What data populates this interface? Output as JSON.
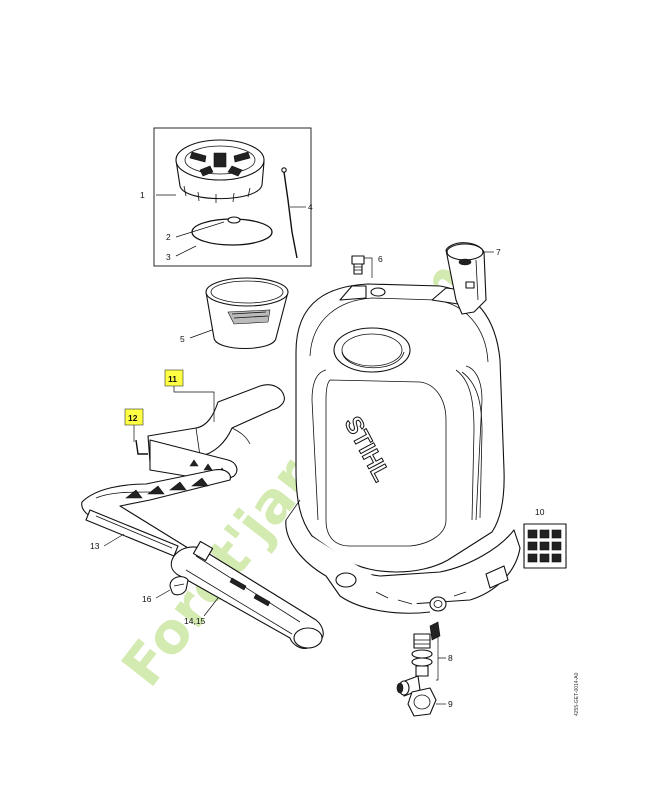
{
  "callouts": {
    "c1": "1",
    "c2": "2",
    "c3": "3",
    "c4": "4",
    "c5": "5",
    "c6": "6",
    "c7": "7",
    "c8": "8",
    "c9": "9",
    "c10": "10",
    "c11": "11",
    "c12": "12",
    "c13": "13",
    "c14_15": "14,15",
    "c16": "16"
  },
  "tank_brand": "STIHL",
  "watermark": "Foret'jardin.com",
  "doc_id": "4255-GET-0014-A0",
  "colors": {
    "highlight": "#ffff44",
    "watermark_green": "#cfe8a8",
    "watermark_tan": "#e3d6c0",
    "line": "#111111"
  }
}
